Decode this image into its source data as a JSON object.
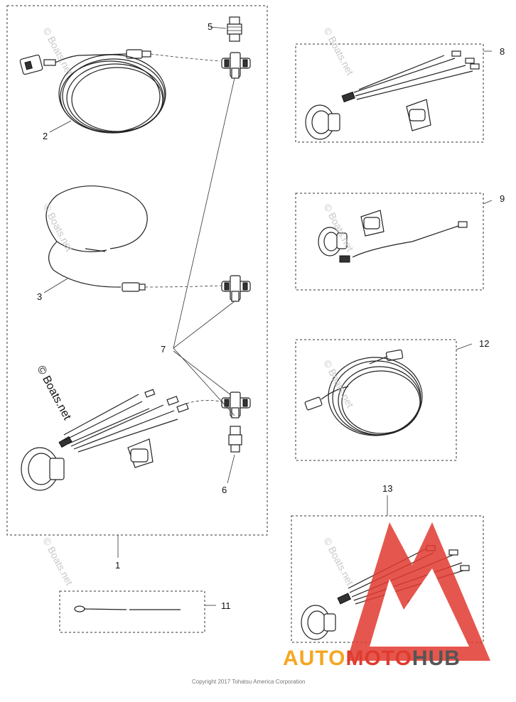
{
  "callouts": {
    "c1": "1",
    "c2": "2",
    "c3": "3",
    "c5": "5",
    "c6": "6",
    "c7": "7",
    "c8": "8",
    "c9": "9",
    "c11": "11",
    "c12": "12",
    "c13": "13"
  },
  "watermark": "© Boats.net",
  "copyright": "Copyright 2017 Tohatsu America Corporation",
  "brand": {
    "part1": "AUTO",
    "part2": "MOTO",
    "part3": "HUB"
  },
  "colors": {
    "brand_orange": "#f5a623",
    "brand_red": "#e03a2f",
    "brand_gray": "#555555"
  }
}
